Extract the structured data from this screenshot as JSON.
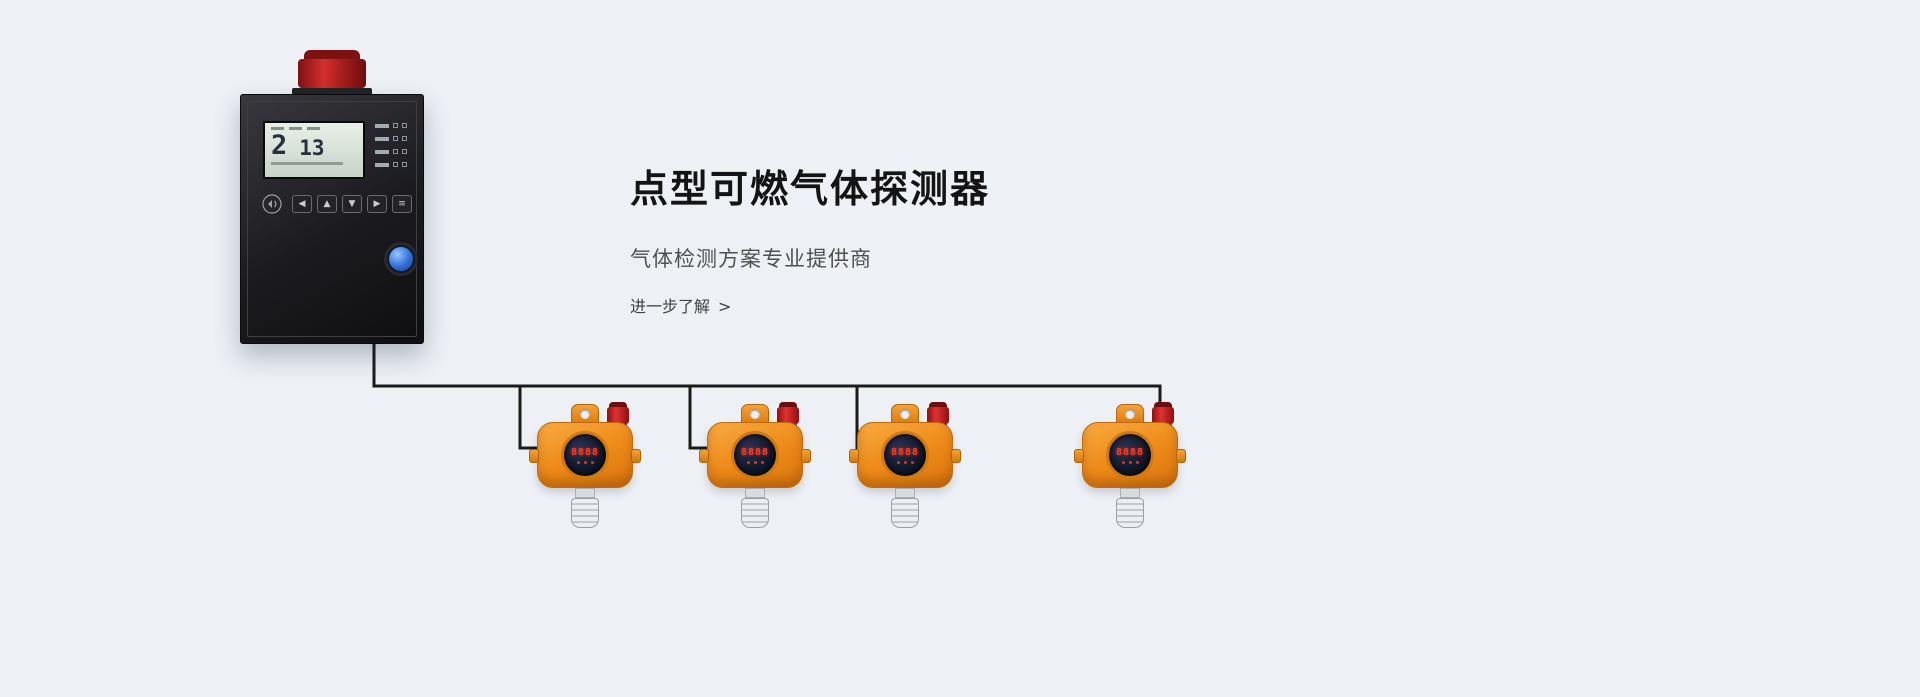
{
  "hero": {
    "title": "点型可燃气体探测器",
    "subtitle": "气体检测方案专业提供商",
    "cta_label": "进一步了解",
    "cta_arrow": ">"
  },
  "control_panel": {
    "lcd": {
      "left_value": "2",
      "right_value": "13"
    },
    "keys": [
      {
        "name": "left-key",
        "glyph": "◀"
      },
      {
        "name": "up-key",
        "glyph": "▲"
      },
      {
        "name": "down-key",
        "glyph": "▼"
      },
      {
        "name": "right-key",
        "glyph": "▶"
      },
      {
        "name": "menu-key",
        "glyph": "≡"
      }
    ]
  },
  "detectors": [
    {
      "display": "8888"
    },
    {
      "display": "8888"
    },
    {
      "display": "8888"
    },
    {
      "display": "8888"
    }
  ],
  "colors": {
    "background": "#edf1f6",
    "accent_orange": "#ef8b1a",
    "alarm_red": "#c62222",
    "wire": "#1b1b1b",
    "knob_blue": "#2f6fd6",
    "detector_digit_red": "#ff3b1f"
  }
}
